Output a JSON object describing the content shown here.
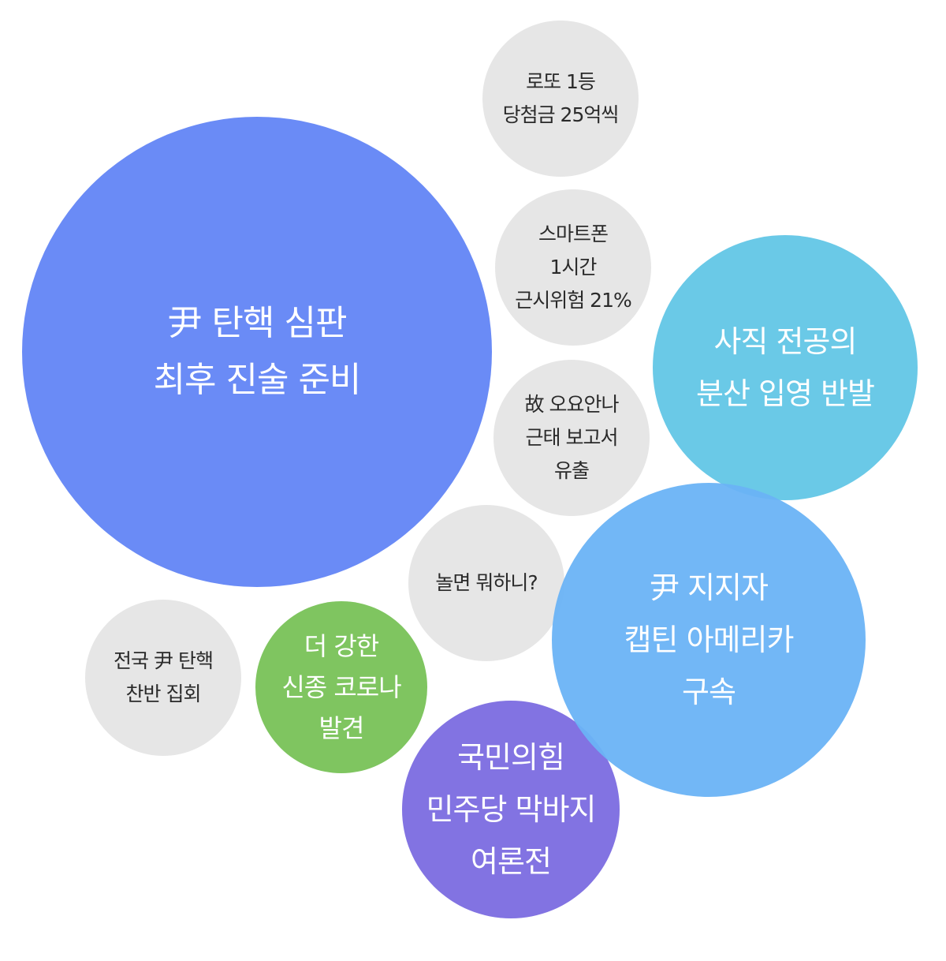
{
  "bubbles": [
    {
      "id": "main",
      "text": "尹 탄핵 심판\n최후 진술 준비",
      "color": "#6285F5"
    },
    {
      "id": "lotto",
      "text": "로또 1등\n당첨금 25억씩",
      "color": "#E6E6E6"
    },
    {
      "id": "phone",
      "text": "스마트폰\n1시간\n근시위험 21%",
      "color": "#E6E6E6"
    },
    {
      "id": "report",
      "text": "故 오요안나\n근태 보고서\n유출",
      "color": "#E6E6E6"
    },
    {
      "id": "play",
      "text": "놀면 뭐하니?",
      "color": "#E6E6E6"
    },
    {
      "id": "rally",
      "text": "전국 尹 탄핵\n찬반 집회",
      "color": "#E6E6E6"
    },
    {
      "id": "corona",
      "text": "더 강한\n신종 코로나\n발견",
      "color": "#78C257"
    },
    {
      "id": "resign",
      "text": "사직 전공의\n분산 입영 반발",
      "color": "#62C6E6"
    },
    {
      "id": "captain",
      "text": "尹 지지자\n캡틴 아메리카\n구속",
      "color": "#6AB3F6"
    },
    {
      "id": "party",
      "text": "국민의힘\n민주당 막바지\n여론전",
      "color": "#7B6CE0"
    }
  ]
}
